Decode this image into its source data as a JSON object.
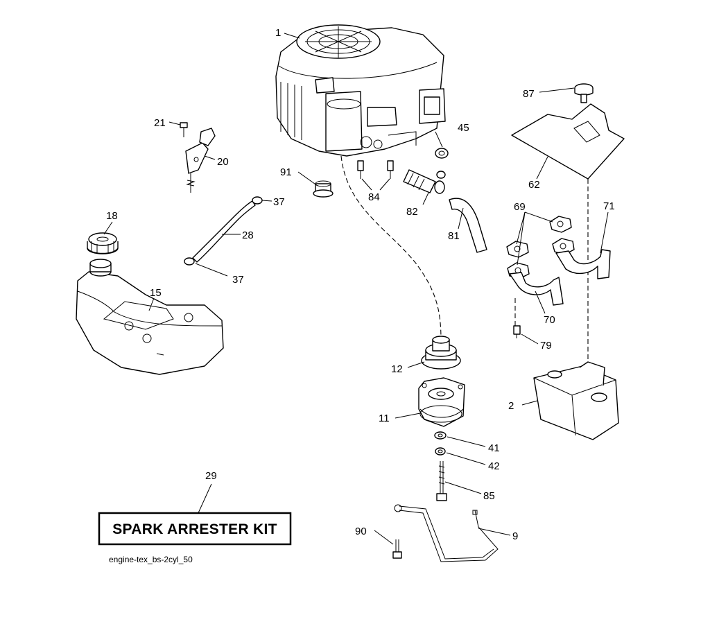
{
  "diagram": {
    "callouts": {
      "c1": "1",
      "c2": "2",
      "c9": "9",
      "c11": "11",
      "c12": "12",
      "c15": "15",
      "c18": "18",
      "c20": "20",
      "c21": "21",
      "c28": "28",
      "c29": "29",
      "c37a": "37",
      "c37b": "37",
      "c41": "41",
      "c42": "42",
      "c45": "45",
      "c62": "62",
      "c69": "69",
      "c70": "70",
      "c71": "71",
      "c79": "79",
      "c81": "81",
      "c82": "82",
      "c84": "84",
      "c85": "85",
      "c87": "87",
      "c90": "90",
      "c91": "91"
    },
    "kit_label": "SPARK ARRESTER KIT",
    "drawing_code": "engine-tex_bs-2cyl_50"
  }
}
